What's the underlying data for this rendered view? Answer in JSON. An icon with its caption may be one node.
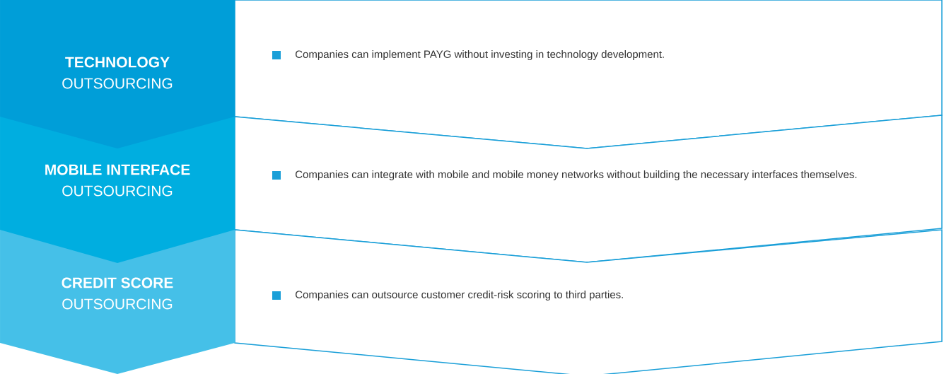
{
  "diagram": {
    "nodes": [
      {
        "text": [
          "TECHNOLOGY",
          "OUTSOURCING"
        ]
      },
      {
        "text": [
          "MOBILE INTERFACE",
          "OUTSOURCING"
        ]
      },
      {
        "text": [
          "CREDIT SCORE",
          "OUTSOURCING"
        ]
      },
      {
        "text": [
          "Companies can implement PAYG without investing in technology development."
        ]
      },
      {
        "text": [
          "Companies can integrate with mobile and mobile money networks without building the necessary interfaces themselves."
        ]
      },
      {
        "text": [
          "Companies can outsource customer credit-risk scoring to third parties."
        ]
      }
    ]
  }
}
